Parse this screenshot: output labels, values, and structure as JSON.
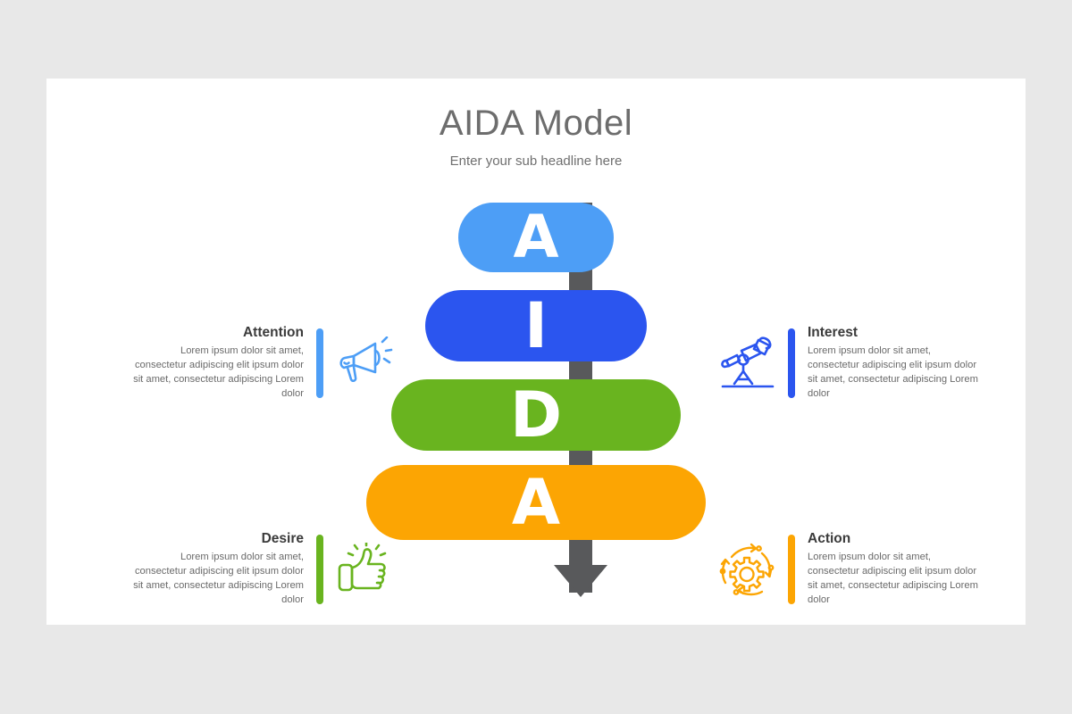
{
  "background_color": "#e8e8e8",
  "card_color": "#ffffff",
  "header": {
    "title": "AIDA Model",
    "subtitle": "Enter your sub headline here"
  },
  "funnel": {
    "arrow_color": "#58595b",
    "stages": [
      {
        "letter": "A",
        "color": "#4d9ef6",
        "stage_name": "attention"
      },
      {
        "letter": "I",
        "color": "#2b55ef",
        "stage_name": "interest"
      },
      {
        "letter": "D",
        "color": "#69b41f",
        "stage_name": "desire"
      },
      {
        "letter": "A",
        "color": "#fca503",
        "stage_name": "action"
      }
    ]
  },
  "blocks": [
    {
      "heading": "Attention",
      "body": "Lorem ipsum dolor sit amet, consectetur adipiscing elit ipsum dolor sit amet, consectetur adipiscing Lorem dolor",
      "color": "#4d9ef6",
      "icon": "megaphone-icon",
      "side": "left"
    },
    {
      "heading": "Interest",
      "body": "Lorem ipsum dolor sit amet, consectetur adipiscing elit ipsum dolor sit amet, consectetur adipiscing Lorem dolor",
      "color": "#2b55ef",
      "icon": "telescope-icon",
      "side": "right"
    },
    {
      "heading": "Desire",
      "body": "Lorem ipsum dolor sit amet, consectetur adipiscing elit ipsum dolor sit amet, consectetur adipiscing Lorem dolor",
      "color": "#69b41f",
      "icon": "thumbs-up-icon",
      "side": "left"
    },
    {
      "heading": "Action",
      "body": "Lorem ipsum dolor sit amet, consectetur adipiscing elit ipsum dolor sit amet, consectetur adipiscing Lorem dolor",
      "color": "#fca503",
      "icon": "gear-cycle-icon",
      "side": "right"
    }
  ]
}
